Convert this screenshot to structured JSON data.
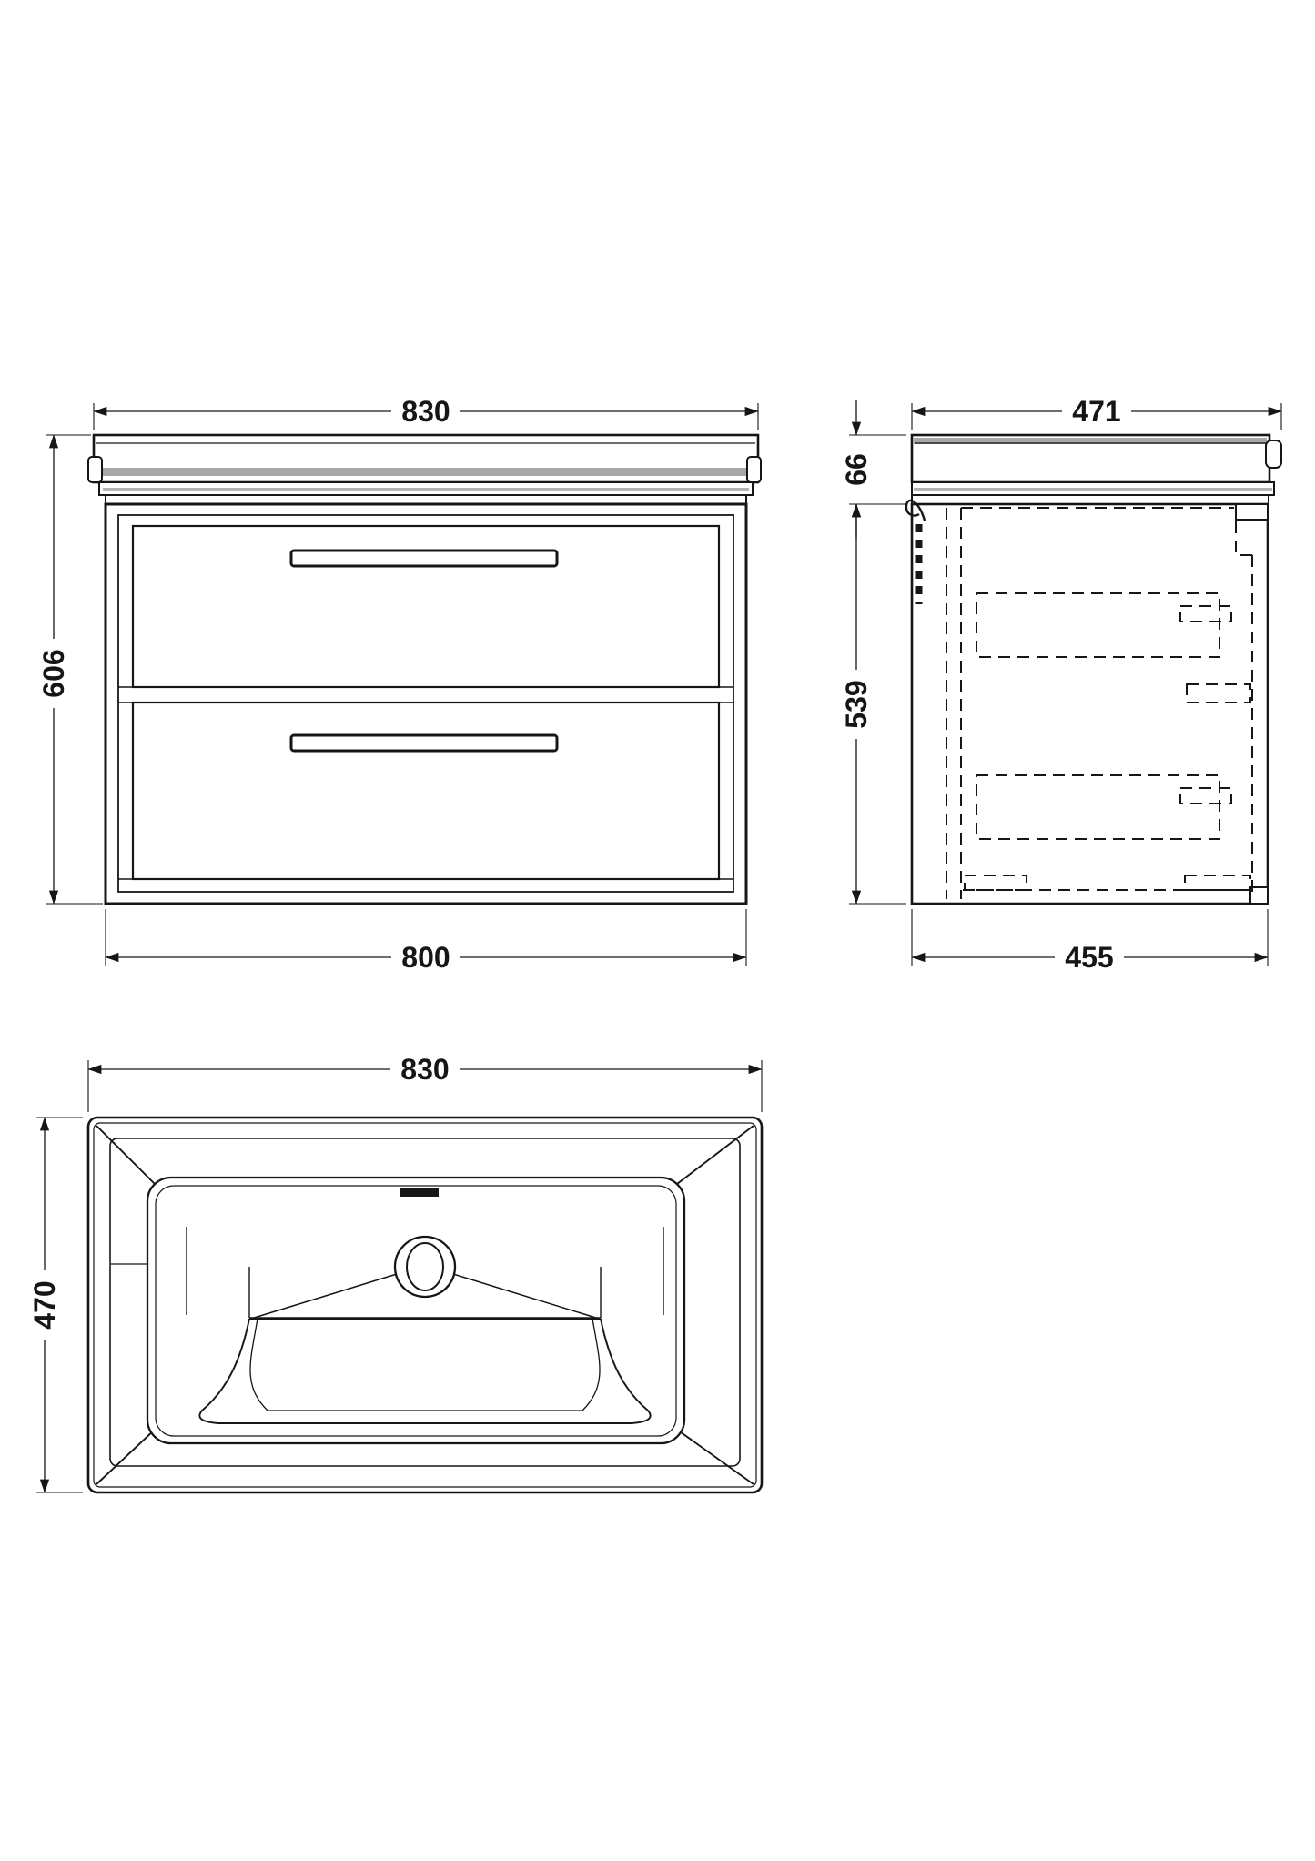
{
  "page": {
    "background": "#ffffff",
    "line_color": "#161616",
    "shadow_grey": "#a8a8a8",
    "description": "technical-dimension-drawing-wall-hung-vanity-unit-with-basin"
  },
  "views": {
    "front": {
      "name": "front-elevation",
      "dim_top": "830",
      "dim_left": "606",
      "dim_bottom": "800"
    },
    "side": {
      "name": "side-elevation",
      "dim_top": "471",
      "dim_counter": "66",
      "dim_cabinet": "539",
      "dim_bottom": "455"
    },
    "plan": {
      "name": "basin-plan-view",
      "dim_top": "830",
      "dim_left": "470"
    }
  }
}
